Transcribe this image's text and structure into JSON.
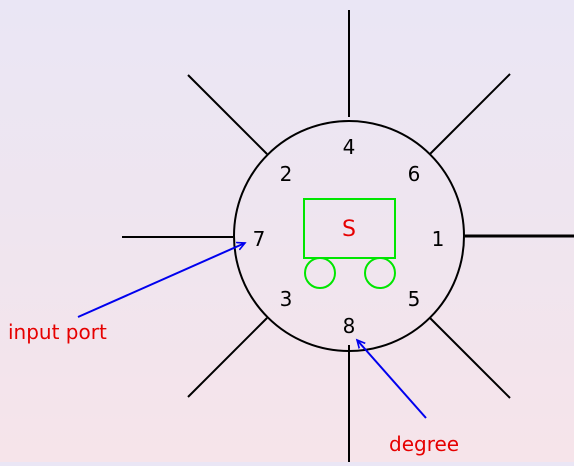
{
  "diagram": {
    "station_label": "S",
    "ports": [
      {
        "number": "1"
      },
      {
        "number": "2"
      },
      {
        "number": "3"
      },
      {
        "number": "4"
      },
      {
        "number": "5"
      },
      {
        "number": "6"
      },
      {
        "number": "7"
      },
      {
        "number": "8"
      }
    ],
    "annotations": {
      "input_port": "input port",
      "degree": "degree"
    },
    "colors": {
      "circle": "#000000",
      "spokes": "#000000",
      "cart": "#00e600",
      "station_label": "#e60000",
      "annotation_text": "#e60000",
      "arrows": "#0000ee"
    }
  }
}
